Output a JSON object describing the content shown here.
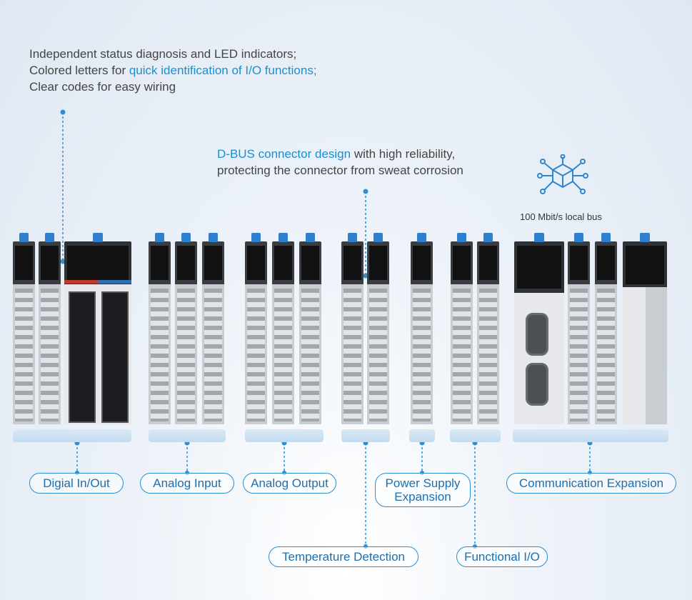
{
  "callouts": {
    "status": {
      "line1": "Independent status diagnosis and LED indicators;",
      "line2_prefix": "Colored letters for ",
      "line2_highlight": "quick identification of I/O functions;",
      "line3": "Clear codes for easy wiring"
    },
    "dbus": {
      "highlight": "D-BUS connector design",
      "line1_suffix": " with high reliability,",
      "line2": "protecting the connector from sweat corrosion"
    },
    "bus_label": "100 Mbit/s local bus"
  },
  "categories": {
    "digital": "Digial In/Out",
    "analog_input": "Analog Input",
    "analog_output": "Analog Output",
    "power_line1": "Power Supply",
    "power_line2": "Expansion",
    "communication": "Communication Expansion",
    "temperature": "Temperature Detection",
    "functional": "Functional I/O"
  },
  "colors": {
    "accent": "#1a8fd0",
    "pill_border": "#2d8fcf",
    "module_dark": "#3a3d42",
    "latch_blue": "#2f7fd0"
  },
  "icons": {
    "bus": "network-cube-icon"
  }
}
